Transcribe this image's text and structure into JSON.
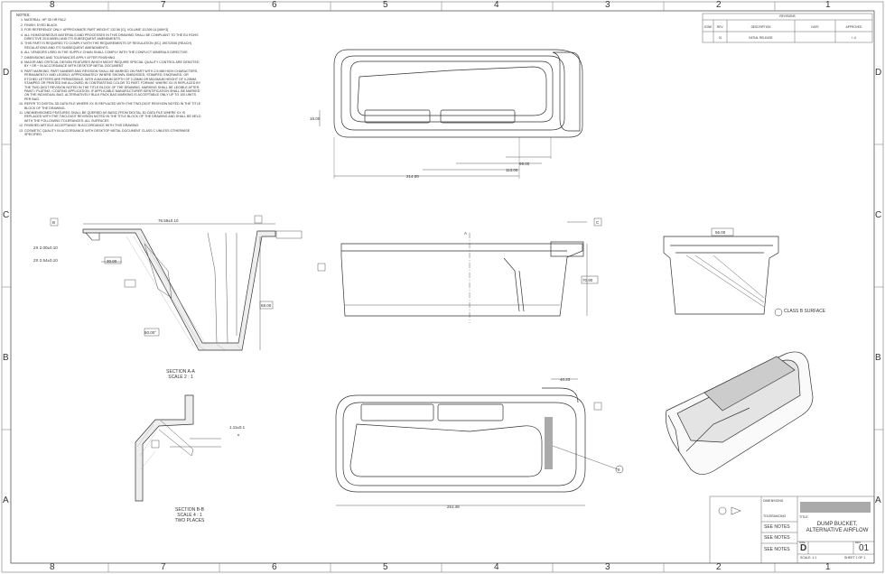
{
  "zones": {
    "columns": [
      "8",
      "7",
      "6",
      "5",
      "4",
      "3",
      "2",
      "1"
    ],
    "rows": [
      "D",
      "C",
      "B",
      "A"
    ]
  },
  "notes": {
    "header": "NOTES:",
    "items": [
      "MATERIAL: HP 3D HR PA12",
      "FINISH: DYED BLACK",
      "FOR REFERENCE ONLY: APPROXIMATE PART WEIGHT 132.56 [G], VOLUME 111399.14 [MM^3]",
      "ALL HOMOGENEOUS MATERIALS AND PROCESSES IN THIS DRAWING SHALL BE COMPLIANT TO THE EU ROHS DIRECTIVE 2011/65/EU AND ITS SUBSEQUENT AMENDMENTS.",
      "THIS PART IS REQUIRED TO COMPLY WITH THE REQUIREMENTS OF REGULATION (EC) 1907/2006 (REACH) REGULATIONS AND ITS SUBSEQUENT AMENDMENTS.",
      "ALL VENDORS USED IN THE SUPPLY CHAIN SHALL COMPLY WITH THE CONFLICT MINERALS DIRECTIVE.",
      "DIMENSIONS AND TOLERANCES APPLY AFTER FINISHING.",
      "MAJOR AND CRITICAL DESIGN FEATURES WHICH MIGHT REQUIRE SPECIAL QUALITY CONTROL ARE DENOTED BY * OR ^ IN ACCORDANCE WITH DESKTOP METAL DOCUMENT",
      "PART MARKING: PART NUMBER AND REVISION SHALL BE MARKED ON PART WITH 2.5 MM HIGH CHARACTERS, PERMANENTLY AND LEGIBLY, APPROXIMATELY WHERE SHOWN. EMBOSSED, STAMPED, ENGRAVED, OR ETCHED LETTERS ARE PERMISSIBLE, WITH A MAXIMUM DEPTH OF 0.25MM OR MAXIMUM HEIGHT OF 0.25MM. STAMPED OR PRINTED INK ALLOWED IN CONTRASTING COLOR TO PART. FORMAT: WHERE XX IS REPLACED BY THE TWO-DIGIT REVISION NOTED IN THE TITLE BLOCK OF THE DRAWING. MARKING SHALL BE LEGIBLE AFTER PAINT / PLATING / COATING APPLICATION. IF APPLICABLE MANUFACTURER IDENTIFICATION SHALL BE MARKED ON THE INDIVIDUAL BAG. ALTERNATIVELY BULK PACK BAG MARKING IS ACCEPTABLE ONLY UP TO 100 UNITS PER BAG.",
      "REFER TO DIGITAL 3D DATA FILE WHERE XX IS REPLACED WITH THE TWO-DIGIT REVISION NOTED IN THE TITLE BLOCK OF THE DRAWING.",
      "UNDIMENSIONED FEATURES SHALL BE QUERIED AS BASIC FROM DIGITAL 3D DATA FILE WHERE XX IS REPLACED WITH THE TWO-DIGIT REVISION NOTED IN THE TITLE BLOCK OF THE DRAWING AND SHALL BE HELD WITH THE FOLLOWING TOLERANCES: ALL SURFACES",
      "FINISHED ARTICLE ACCEPTANCE IN ACCORDANCE WITH THIS DRAWING.",
      "COSMETIC QUALITY IN ACCORDANCE WITH DESKTOP METAL DOCUMENT CLASS C UNLESS OTHERWISE SPECIFIED."
    ]
  },
  "revisions": {
    "title": "REVISIONS",
    "headers": [
      "ZONE",
      "REV.",
      "DESCRIPTION",
      "DATE",
      "APPROVED"
    ],
    "row": [
      "",
      "01",
      "INITIAL RELEASE",
      "",
      "I. U"
    ]
  },
  "views": {
    "section_aa": {
      "title": "SECTION A-A",
      "scale": "SCALE 2 : 1"
    },
    "section_bb": {
      "title": "SECTION B-B",
      "scale": "SCALE 4 : 1",
      "note": "TWO PLACES"
    },
    "class_b_note": "CLASS B SURFACE"
  },
  "dimensions": {
    "top_width": "76.59±0.10",
    "thickness_1": "2X 2.00±0.10",
    "thickness_2": "2X 2.54±0.10",
    "height": "68.00",
    "angle": "60.00°",
    "inner_depth": "30.00",
    "front_height": "70.90",
    "end_width": "56.00",
    "top_len_1": "214.00",
    "top_len_2": "113.00",
    "top_len_3": "99.00",
    "top_small": "16.00",
    "bottom_len": "251.48",
    "bottom_dim_r": "40.23",
    "radius_bb": "1.11±0.1",
    "datum_a": "A",
    "datum_b": "B",
    "datum_c": "C",
    "note_ref": "6"
  },
  "title_block": {
    "title_label": "TITLE:",
    "title": "DUMP BUCKET,\nALTERNATIVE AIRFLOW",
    "size_label": "SIZE",
    "size": "D",
    "rev_label": "REV",
    "rev": "01",
    "scale": "SCALE: 1:1",
    "sheet": "SHEET 1 OF 1",
    "see_notes_1": "SEE NOTES",
    "see_notes_2": "SEE NOTES",
    "see_notes_3": "SEE NOTES",
    "dim_hdr": "DIMENSIONS",
    "tol_hdr": "TOLERANCING"
  }
}
